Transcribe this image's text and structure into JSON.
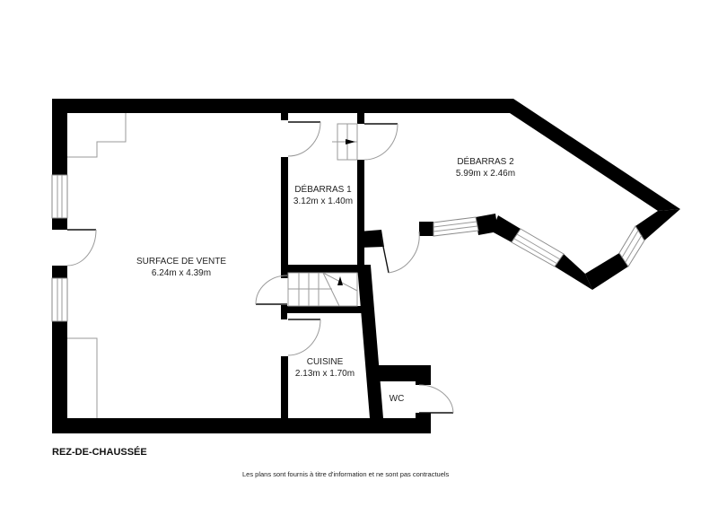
{
  "floor": {
    "title": "REZ-DE-CHAUSSÉE",
    "disclaimer": "Les plans sont fournis à titre d'information et ne sont pas contractuels"
  },
  "rooms": [
    {
      "id": "surface-de-vente",
      "name": "SURFACE DE VENTE",
      "dimensions": "6.24m x 4.39m"
    },
    {
      "id": "debarras-1",
      "name": "DÉBARRAS 1",
      "dimensions": "3.12m x 1.40m"
    },
    {
      "id": "debarras-2",
      "name": "DÉBARRAS 2",
      "dimensions": "5.99m x 2.46m"
    },
    {
      "id": "cuisine",
      "name": "CUISINE",
      "dimensions": "2.13m x 1.70m"
    },
    {
      "id": "wc",
      "name": "WC",
      "dimensions": ""
    }
  ],
  "colors": {
    "wall": "#000000",
    "fixture_line": "#9a9a9a",
    "background": "#ffffff"
  }
}
